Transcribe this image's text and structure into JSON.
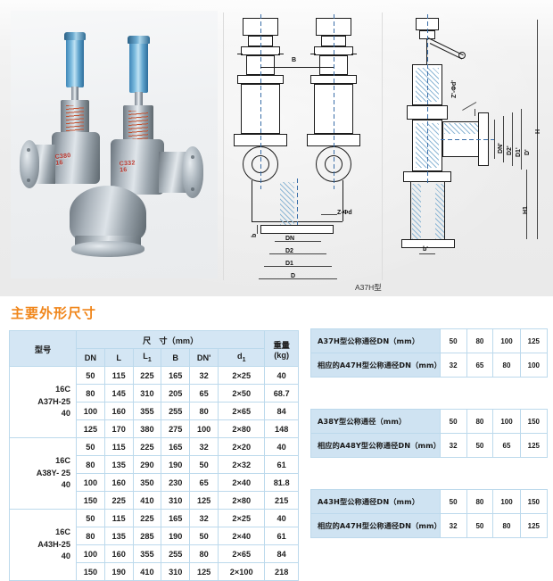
{
  "section": {
    "title": "主要外形尺寸"
  },
  "drawings": {
    "photo_caption": "",
    "front_view_caption": "A37H型",
    "front_view_dims": [
      "B",
      "Z-Φd",
      "DN",
      "D2",
      "D1",
      "D",
      "b"
    ],
    "side_view_dims": [
      "H",
      "Z'-Φd'",
      "DN'",
      "D2'",
      "D1'",
      "D'",
      "b'",
      "H1"
    ]
  },
  "main_table": {
    "header": {
      "model": "型号",
      "dims_group": "尺　寸（mm）",
      "weight": "重量",
      "weight_unit": "(kg)",
      "columns": [
        "DN",
        "L",
        "L",
        "B",
        "DN'",
        "d"
      ],
      "col_subs": [
        "",
        "",
        "1",
        "",
        "",
        "1"
      ]
    },
    "groups": [
      {
        "model": "16C\nA37H-25\n40",
        "rows": [
          {
            "dn": "50",
            "l": "115",
            "l1": "225",
            "b": "165",
            "dn2": "32",
            "d1": "2×25",
            "weight": "40"
          },
          {
            "dn": "80",
            "l": "145",
            "l1": "310",
            "b": "205",
            "dn2": "65",
            "d1": "2×50",
            "weight": "68.7"
          },
          {
            "dn": "100",
            "l": "160",
            "l1": "355",
            "b": "255",
            "dn2": "80",
            "d1": "2×65",
            "weight": "84"
          },
          {
            "dn": "125",
            "l": "170",
            "l1": "380",
            "b": "275",
            "dn2": "100",
            "d1": "2×80",
            "weight": "148"
          }
        ]
      },
      {
        "model": "16C\nA38Y- 25\n40",
        "rows": [
          {
            "dn": "50",
            "l": "115",
            "l1": "225",
            "b": "165",
            "dn2": "32",
            "d1": "2×20",
            "weight": "40"
          },
          {
            "dn": "80",
            "l": "135",
            "l1": "290",
            "b": "190",
            "dn2": "50",
            "d1": "2×32",
            "weight": "61"
          },
          {
            "dn": "100",
            "l": "160",
            "l1": "350",
            "b": "230",
            "dn2": "65",
            "d1": "2×40",
            "weight": "81.8"
          },
          {
            "dn": "150",
            "l": "225",
            "l1": "410",
            "b": "310",
            "dn2": "125",
            "d1": "2×80",
            "weight": "215"
          }
        ]
      },
      {
        "model": "16C\nA43H-25\n40",
        "rows": [
          {
            "dn": "50",
            "l": "115",
            "l1": "225",
            "b": "165",
            "dn2": "32",
            "d1": "2×25",
            "weight": "40"
          },
          {
            "dn": "80",
            "l": "135",
            "l1": "285",
            "b": "190",
            "dn2": "50",
            "d1": "2×40",
            "weight": "61"
          },
          {
            "dn": "100",
            "l": "160",
            "l1": "355",
            "b": "255",
            "dn2": "80",
            "d1": "2×65",
            "weight": "84"
          },
          {
            "dn": "150",
            "l": "190",
            "l1": "410",
            "b": "310",
            "dn2": "125",
            "d1": "2×100",
            "weight": "218"
          }
        ]
      }
    ]
  },
  "mini_tables": [
    {
      "row1_label": "A37H型公称通径DN（mm）",
      "row1_values": [
        "50",
        "80",
        "100",
        "125"
      ],
      "row2_label": "相应的A47H型公称通径DN（mm）",
      "row2_values": [
        "32",
        "65",
        "80",
        "100"
      ]
    },
    {
      "row1_label": "A38Y型公称通径（mm）",
      "row1_values": [
        "50",
        "80",
        "100",
        "150"
      ],
      "row2_label": "相应的A48Y型公称通径DN（mm）",
      "row2_values": [
        "32",
        "50",
        "65",
        "125"
      ]
    },
    {
      "row1_label": "A43H型公称通径DN（mm）",
      "row1_values": [
        "50",
        "80",
        "100",
        "150"
      ],
      "row2_label": "相应的A47H型公称通径DN（mm）",
      "row2_values": [
        "32",
        "50",
        "80",
        "125"
      ]
    }
  ],
  "colors": {
    "title": "#F08519",
    "table_header_bg": "#d4e6f4",
    "mini_label_bg": "#cfe3f2",
    "grid": "#bcd9ec",
    "drawing_bg": "#ececec"
  }
}
